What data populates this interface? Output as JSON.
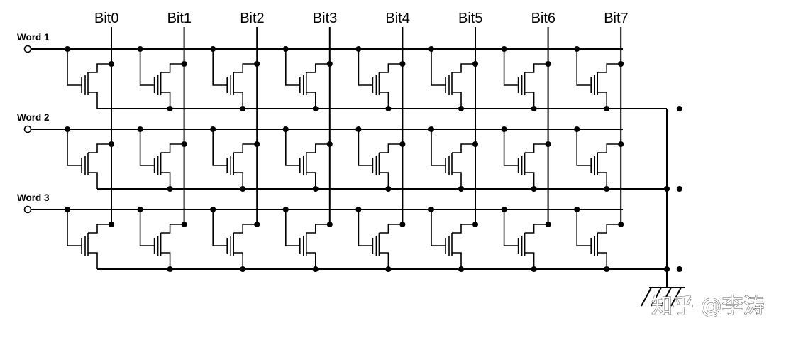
{
  "bit_lines": [
    "Bit0",
    "Bit1",
    "Bit2",
    "Bit3",
    "Bit4",
    "Bit5",
    "Bit6",
    "Bit7"
  ],
  "word_lines": [
    "Word 1",
    "Word 2",
    "Word 3"
  ],
  "watermark": "知乎 @李涛",
  "colors": {
    "line": "#000000",
    "background": "#ffffff"
  },
  "icons": {
    "ground": "ground-icon",
    "transistor": "mos-transistor-icon"
  }
}
